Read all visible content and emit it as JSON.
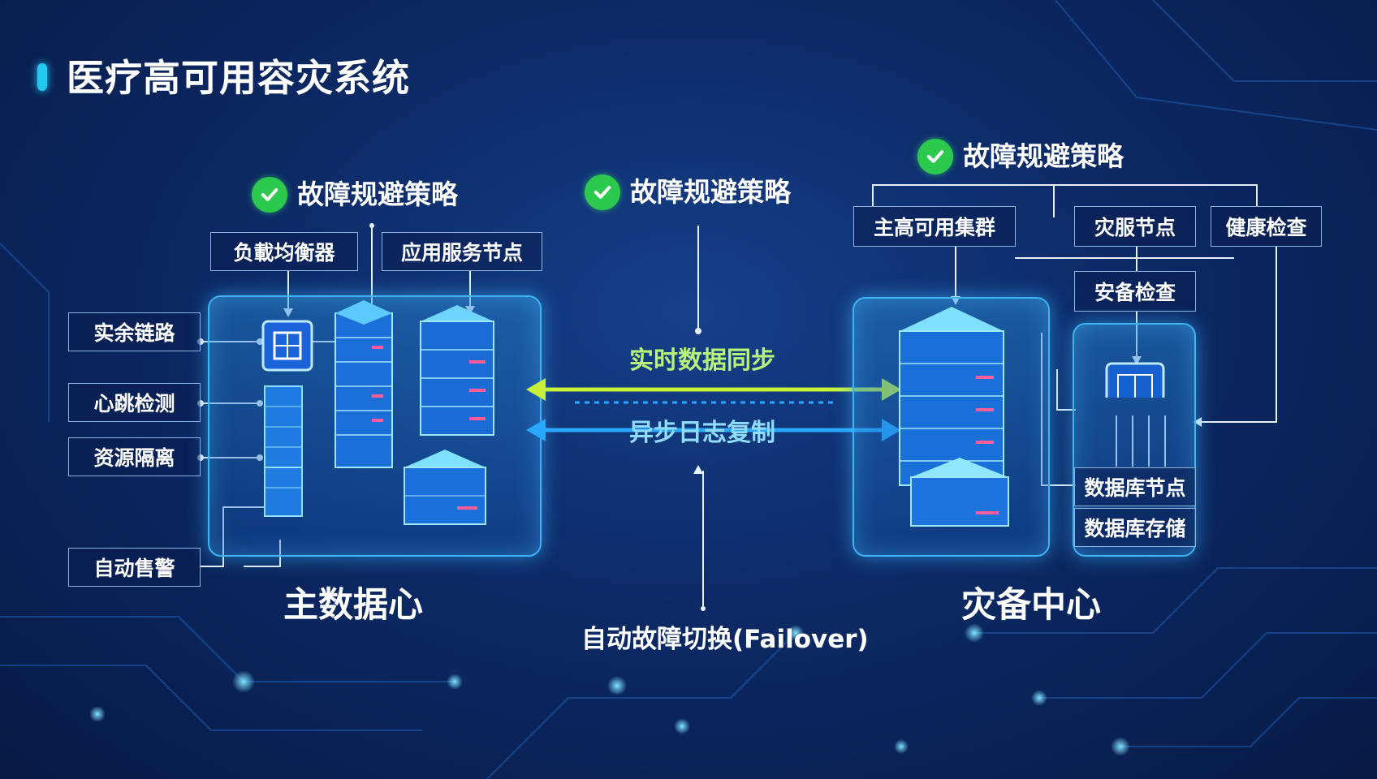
{
  "title": "医疗高可用容灾系统",
  "headings": {
    "primary": "故障规避策略",
    "center": "故障规避策略",
    "backup": "故障规避策略"
  },
  "primary": {
    "label": "主数据心",
    "top_boxes": [
      "负載均衡器",
      "应用服务节点"
    ],
    "left_boxes": [
      "实余链路",
      "心跳检测",
      "资源隔离",
      "自动售警"
    ]
  },
  "backup": {
    "label": "灾备中心",
    "top_boxes": [
      "主高可用集群",
      "灾服节点",
      "健康检查"
    ],
    "middle_box": "安备检查",
    "db_boxes": [
      "数据库节点",
      "数据库存储"
    ]
  },
  "links": {
    "sync": "实时数据同步",
    "async": "异步日志复制",
    "failover": "自动故障切换(Failover)"
  },
  "colors": {
    "sync_arrow": "#c8f03a",
    "async_arrow": "#2aa8ff",
    "check": "#2cc94f",
    "accent": "#22c8f0"
  }
}
